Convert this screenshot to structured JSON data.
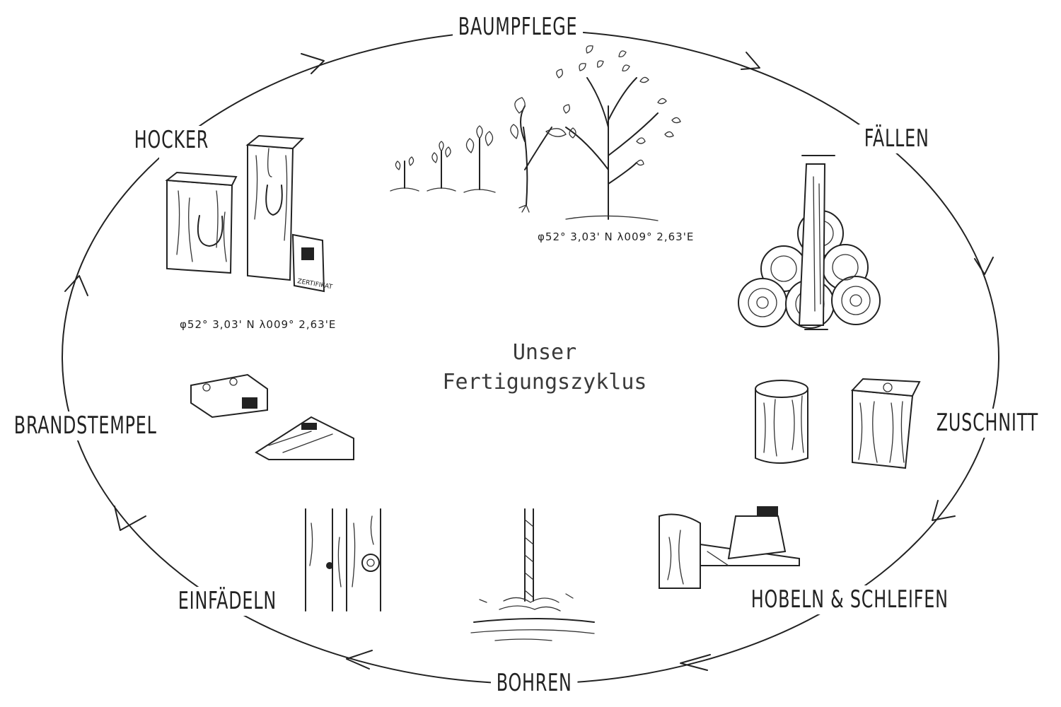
{
  "title_line1": "Unser",
  "title_line2": "Fertigungszyklus",
  "steps": [
    {
      "label": "BAUMPFLEGE"
    },
    {
      "label": "FÄLLEN"
    },
    {
      "label": "ZUSCHNITT"
    },
    {
      "label": "HOBELN & SCHLEIFEN"
    },
    {
      "label": "BOHREN"
    },
    {
      "label": "EINFÄDELN"
    },
    {
      "label": "BRANDSTEMPEL"
    },
    {
      "label": "HOCKER"
    }
  ],
  "coordinates": {
    "tree": "φ52° 3,03' N λ009° 2,63'E",
    "hocker": "φ52° 3,03' N λ009° 2,63'E"
  },
  "certificate_label": "ZERTIFIKAT",
  "ink_color": "#222222"
}
